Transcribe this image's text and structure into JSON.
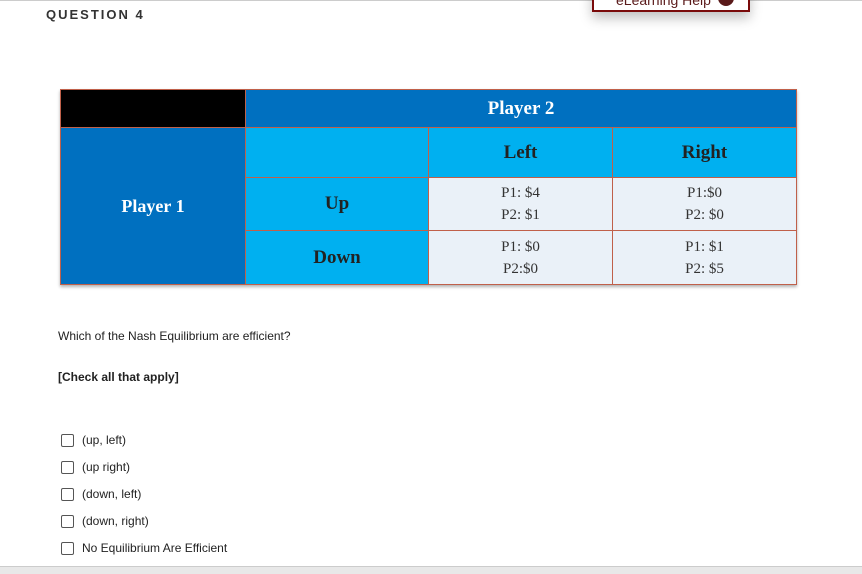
{
  "question": {
    "title": "QUESTION 4",
    "prompt": "Which of the Nash Equilibrium are efficient?",
    "hint": "[Check all that apply]"
  },
  "help_popup": {
    "label": "eLearning Help",
    "icon": "info-icon"
  },
  "table": {
    "player2": "Player 2",
    "player1": "Player 1",
    "cols": [
      "Left",
      "Right"
    ],
    "rows": [
      {
        "label": "Up",
        "cells": [
          [
            "P1: $4",
            "P2: $1"
          ],
          [
            "P1:$0",
            "P2: $0"
          ]
        ]
      },
      {
        "label": "Down",
        "cells": [
          [
            "P1: $0",
            "P2:$0"
          ],
          [
            "P1: $1",
            "P2: $5"
          ]
        ]
      }
    ]
  },
  "options": [
    "(up, left)",
    "(up right)",
    "(down, left)",
    "(down, right)",
    "No Equilibrium Are Efficient"
  ],
  "colors": {
    "dark_blue": "#0070c0",
    "light_blue": "#00b0f0",
    "cell": "#eaf1f8",
    "help_border": "#7a0a0a"
  }
}
